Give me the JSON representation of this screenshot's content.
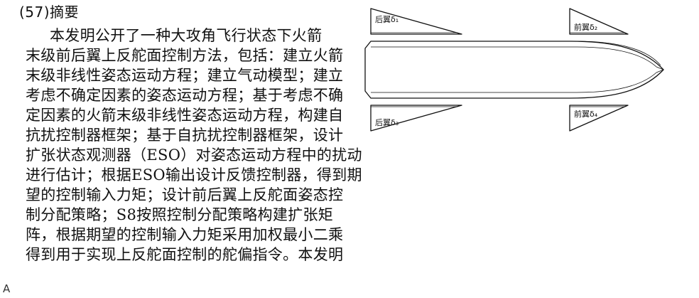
{
  "abstract": {
    "heading": "(57)摘要",
    "lines": [
      "本发明公开了一种大攻角飞行状态下火箭",
      "末级前后翼上反舵面控制方法，包括：建立火箭",
      "末级非线性姿态运动方程；建立气动模型；建立",
      "考虑不确定因素的姿态运动方程；基于考虑不确",
      "定因素的火箭末级非线性姿态运动方程，构建自",
      "抗扰控制器框架；基于自抗扰控制器框架，设计",
      "扩张状态观测器（ESO）对姿态运动方程中的扰动",
      "进行估计；根据ESO输出设计反馈控制器，得到期",
      "望的控制输入力矩；设计前后翼上反舵面姿态控",
      "制分配策略；S8按照控制分配策略构建扩张矩",
      "阵，根据期望的控制输入力矩采用加权最小二乘",
      "得到用于实现上反舵面控制的舵偏指令。本发明"
    ],
    "margin_mark": "A"
  },
  "figure": {
    "label_rear_top": "后翼δ₁",
    "label_front_top": "前翼δ₂",
    "label_rear_bottom": "后翼δ₃",
    "label_front_bottom": "前翼δ₄"
  }
}
